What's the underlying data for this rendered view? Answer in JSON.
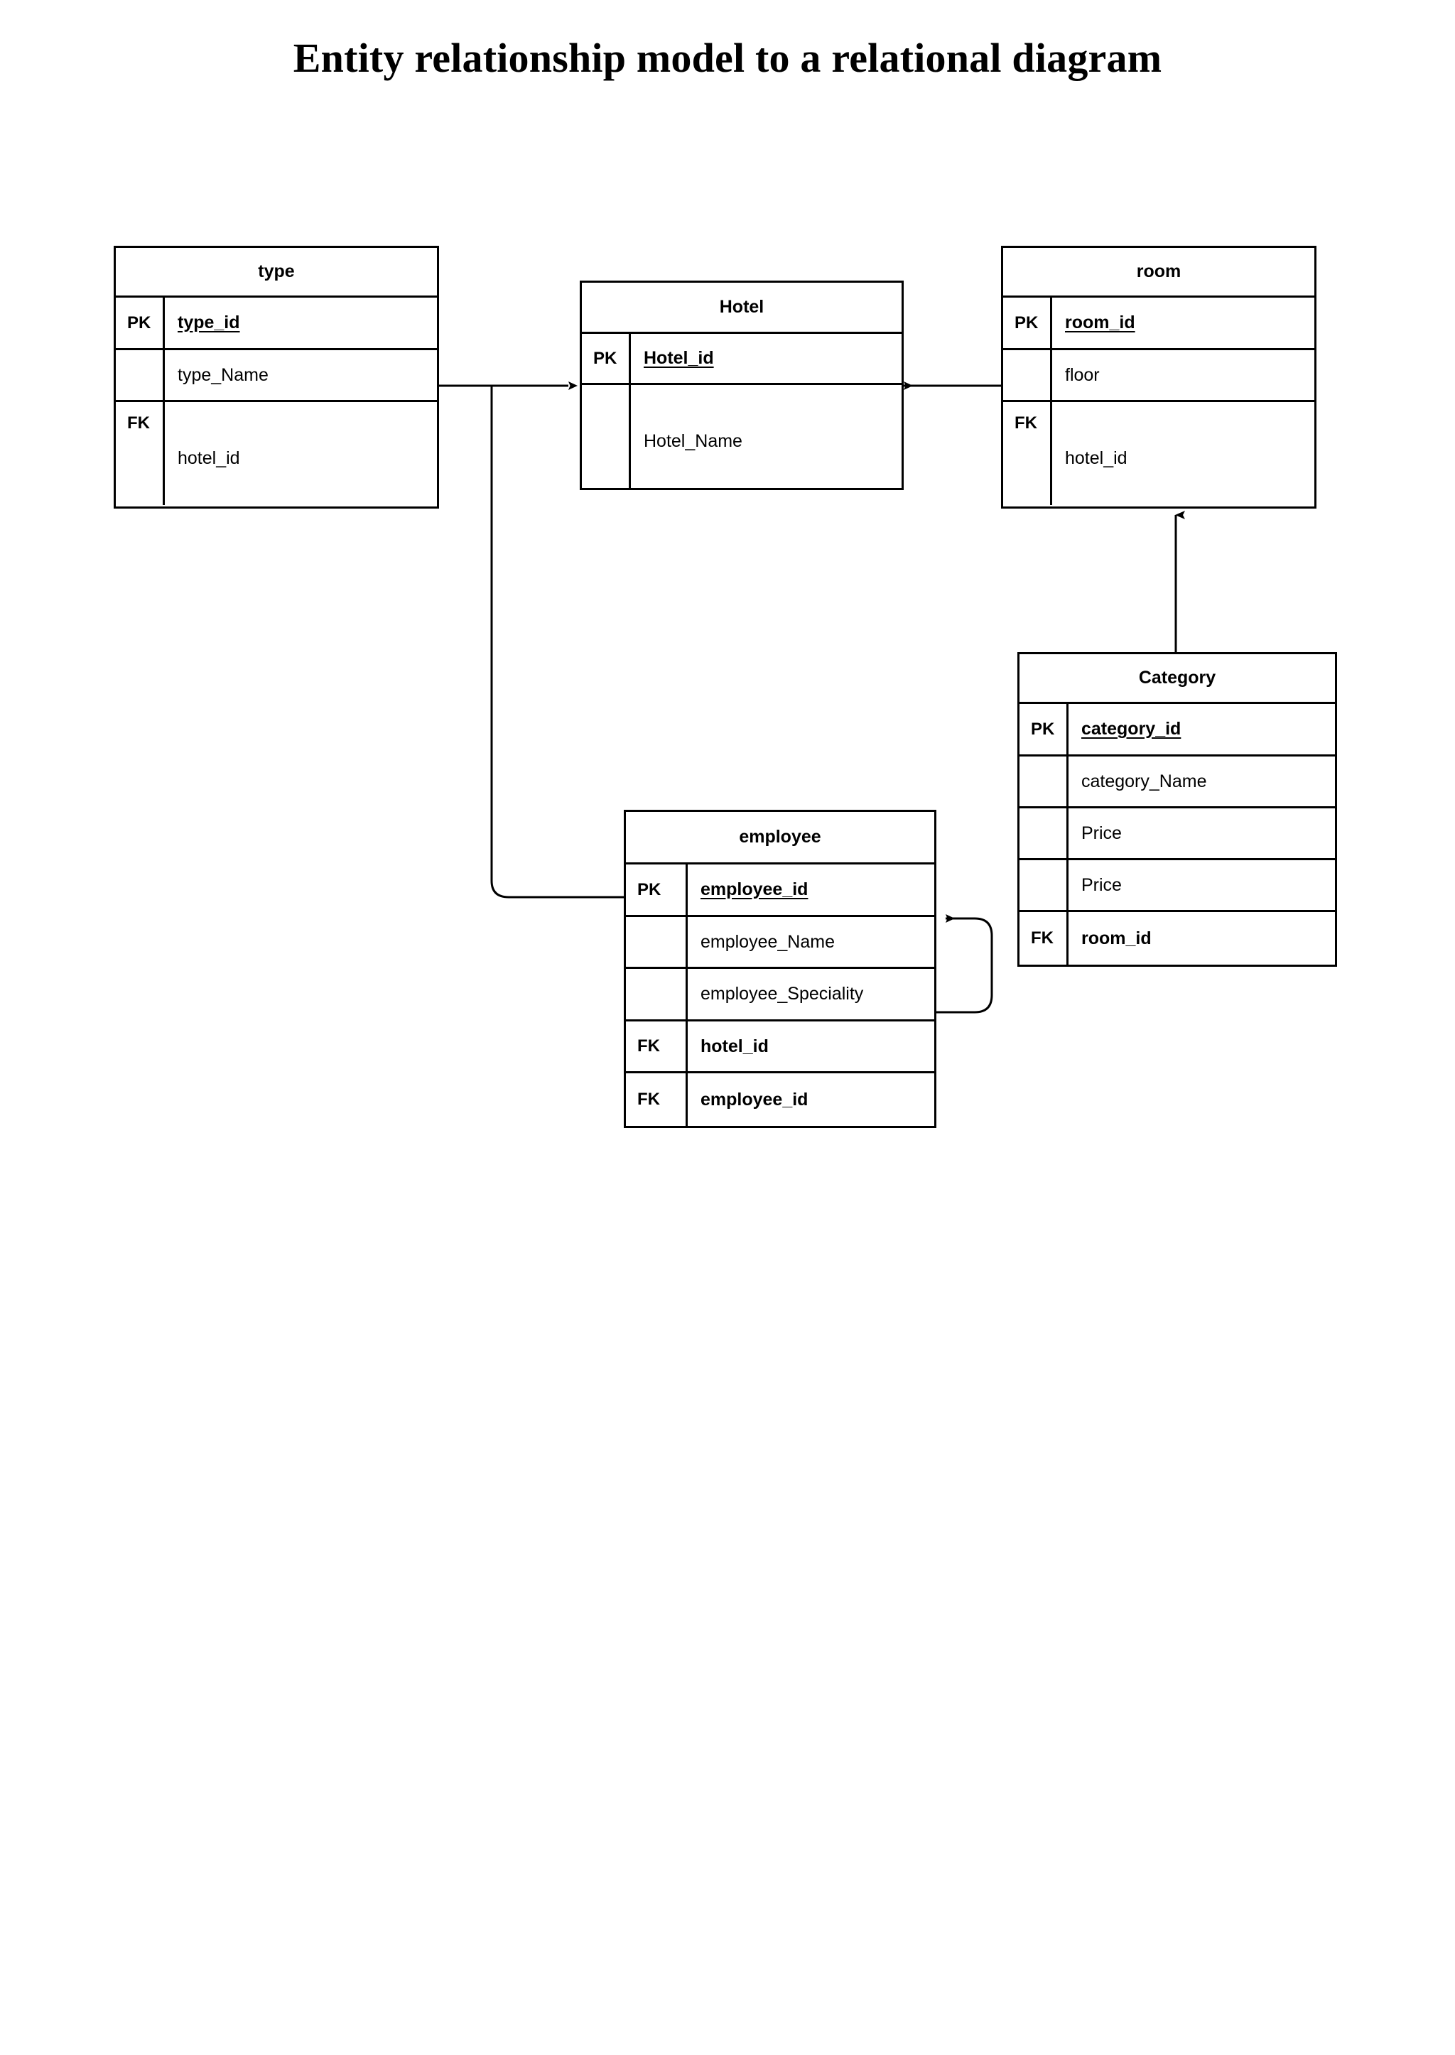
{
  "title": "Entity relationship model to a relational diagram",
  "diagram": {
    "type": "entity-relationship-to-relational",
    "entities": [
      {
        "id": "type",
        "name": "type",
        "attributes": [
          {
            "key": "PK",
            "name": "type_id",
            "style": "pk"
          },
          {
            "key": "",
            "name": "type_Name",
            "style": "normal"
          },
          {
            "key": "FK",
            "name": "hotel_id",
            "style": "normal"
          }
        ]
      },
      {
        "id": "hotel",
        "name": "Hotel",
        "attributes": [
          {
            "key": "PK",
            "name": "Hotel_id",
            "style": "pk"
          },
          {
            "key": "",
            "name": "Hotel_Name",
            "style": "normal"
          }
        ]
      },
      {
        "id": "room",
        "name": "room",
        "attributes": [
          {
            "key": "PK",
            "name": "room_id",
            "style": "pk"
          },
          {
            "key": "",
            "name": "floor",
            "style": "normal"
          },
          {
            "key": "FK",
            "name": "hotel_id",
            "style": "normal"
          }
        ]
      },
      {
        "id": "category",
        "name": "Category",
        "attributes": [
          {
            "key": "PK",
            "name": "category_id",
            "style": "pk"
          },
          {
            "key": "",
            "name": "category_Name",
            "style": "normal"
          },
          {
            "key": "",
            "name": "Price",
            "style": "normal"
          },
          {
            "key": "",
            "name": "Price",
            "style": "normal"
          },
          {
            "key": "FK",
            "name": "room_id",
            "style": "fk-bold"
          }
        ]
      },
      {
        "id": "employee",
        "name": "employee",
        "attributes": [
          {
            "key": "PK",
            "name": "employee_id",
            "style": "pk"
          },
          {
            "key": "",
            "name": "employee_Name",
            "style": "normal"
          },
          {
            "key": "",
            "name": "employee_Speciality",
            "style": "normal"
          },
          {
            "key": "FK",
            "name": "hotel_id",
            "style": "fk-bold"
          },
          {
            "key": "FK",
            "name": "employee_id",
            "style": "fk-bold"
          }
        ]
      }
    ],
    "relationships": [
      {
        "id": "type-to-hotel",
        "from": "type",
        "to": "hotel",
        "arrow": "to-hotel"
      },
      {
        "id": "room-to-hotel",
        "from": "room",
        "to": "hotel",
        "arrow": "to-hotel"
      },
      {
        "id": "category-to-room",
        "from": "category",
        "to": "room",
        "arrow": "to-room"
      },
      {
        "id": "employee-to-hotel",
        "from": "employee",
        "to": "hotel",
        "arrow": "to-hotel"
      },
      {
        "id": "employee-to-employee",
        "from": "employee",
        "to": "employee",
        "arrow": "self-loop"
      }
    ],
    "colors": {
      "line": "#000000",
      "background": "#ffffff",
      "text": "#000000"
    }
  }
}
